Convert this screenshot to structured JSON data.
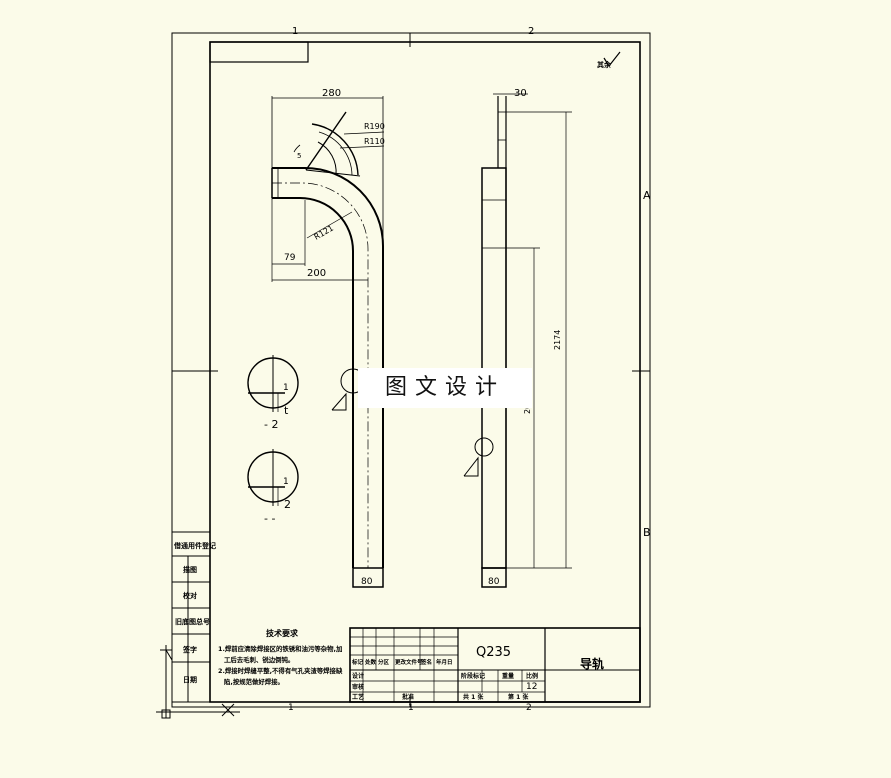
{
  "border": {
    "zone_top": [
      "1",
      "2"
    ],
    "zone_bottom": [
      "1",
      "1",
      "2"
    ],
    "zone_right": [
      "A",
      "B"
    ]
  },
  "roughness_symbol": {
    "text": "其余"
  },
  "front_view": {
    "dim_width": "280",
    "dim_radius_outer": "R190",
    "dim_radius_inner": "R110",
    "dim_angle": "5",
    "dim_bend_radius": "R121",
    "dim_offset_small": "79",
    "dim_offset": "200",
    "dim_bottom": "80"
  },
  "side_view": {
    "dim_thickness": "30",
    "dim_height": "2174",
    "dim_partial": "20",
    "dim_bottom": "80"
  },
  "section_details": [
    {
      "label_mark": "1",
      "label_side": "t",
      "caption": "- 2"
    },
    {
      "label_mark": "1",
      "label_side": "2",
      "caption": "- -"
    }
  ],
  "overlay": {
    "text": "图文设计"
  },
  "left_stamp_column": [
    "借通用件登记",
    "描图",
    "校对",
    "旧底图总号",
    "签字",
    "日期"
  ],
  "tech_requirements": {
    "title": "技术要求",
    "line1": "1.焊前应清除焊接区的铁锈和油污等杂物,加",
    "line2": "工后去毛刺、锐边倒钝。",
    "line3": "2.焊接时焊缝平整,不得有气孔夹渣等焊接缺",
    "line4": "陷,按规范做好焊接。"
  },
  "title_block": {
    "material": "Q235",
    "part_name": "导轨",
    "row_labels": [
      "标记",
      "处数",
      "分区",
      "更改文件号",
      "签名",
      "年月日"
    ],
    "design_label": "设计",
    "check_label": "审核",
    "process_label": "工艺",
    "approve_label": "批准",
    "stage_label": "阶段标记",
    "weight_label": "重量",
    "scale_label": "比例",
    "scale_value": "12",
    "sheets_label": "共 1 张",
    "sheet_label": "第 1 张"
  }
}
